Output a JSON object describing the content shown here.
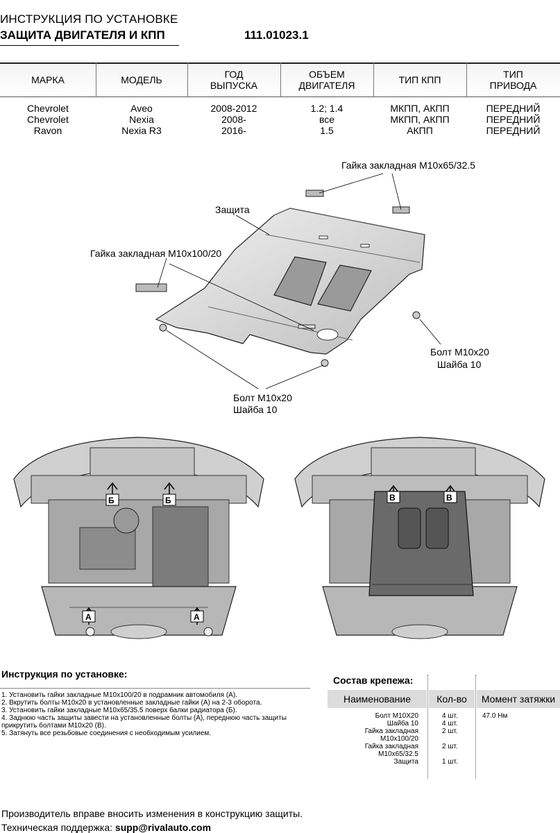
{
  "header": {
    "line1": "ИНСТРУКЦИЯ ПО УСТАНОВКЕ",
    "line2": "ЗАЩИТА ДВИГАТЕЛЯ И КПП",
    "part_number": "111.01023.1"
  },
  "spec_table": {
    "headers": [
      "МАРКА",
      "МОДЕЛЬ",
      "ГОД\nВЫПУСКА",
      "ОБЪЕМ\nДВИГАТЕЛЯ",
      "ТИП КПП",
      "ТИП\nПРИВОДА"
    ],
    "rows": [
      [
        "Chevrolet",
        "Aveo",
        "2008-2012",
        "1.2; 1.4",
        "МКПП, АКПП",
        "ПЕРЕДНИЙ"
      ],
      [
        "Chevrolet",
        "Nexia",
        "2008-",
        "все",
        "МКПП, АКПП",
        "ПЕРЕДНИЙ"
      ],
      [
        "Ravon",
        "Nexia R3",
        "2016-",
        "1.5",
        "АКПП",
        "ПЕРЕДНИЙ"
      ]
    ]
  },
  "diagram": {
    "callout_nut_top": "Гайка закладная М10х65/32.5",
    "callout_guard": "Защита",
    "callout_nut_left": "Гайка закладная М10х100/20",
    "callout_bolt_right_1": "Болт М10х20",
    "callout_bolt_right_2": "Шайба 10",
    "callout_bolt_bottom_1": "Болт М10х20",
    "callout_bolt_bottom_2": "Шайба 10",
    "marker_a": "А",
    "marker_b": "Б",
    "marker_v": "В"
  },
  "instructions": {
    "title": "Инструкция по установке:",
    "lines": [
      "1. Установить гайки закладные М10х100/20 в подрамник автомобиля (А).",
      "2. Вкрутить болты М10х20 в установленные закладные гайки (А) на 2-3 оборота.",
      "3. Установить гайки закладные М10х65/35.5 поверх балки радиатора (Б).",
      "4. Заднюю часть защиты завести на установленные болты (А), переднюю часть защиты",
      "прикрутить болтами М10х20 (В).",
      "5. Затянуть все резьбовые соединения с необходимым усилием."
    ]
  },
  "fasteners": {
    "title": "Состав крепежа:",
    "headers": [
      "Наименование",
      "Кол-во",
      "Момент затяжки"
    ],
    "names": [
      "Болт М10Х20",
      "Шайба 10",
      "Гайка закладная",
      "М10х100/20",
      "Гайка закладная",
      "М10х65/32.5",
      "Защита"
    ],
    "qty": [
      "4 шт.",
      "4 шт.",
      "2 шт.",
      "",
      "2 шт.",
      "",
      "1 шт."
    ],
    "torque": [
      "47.0 Нм",
      "",
      "",
      "",
      "",
      "",
      ""
    ]
  },
  "footer": {
    "line1": "Производитель вправе вносить изменения в конструкцию защиты.",
    "support_label": "Техническая поддержка: ",
    "support_email": "supp@rivalauto.com"
  }
}
